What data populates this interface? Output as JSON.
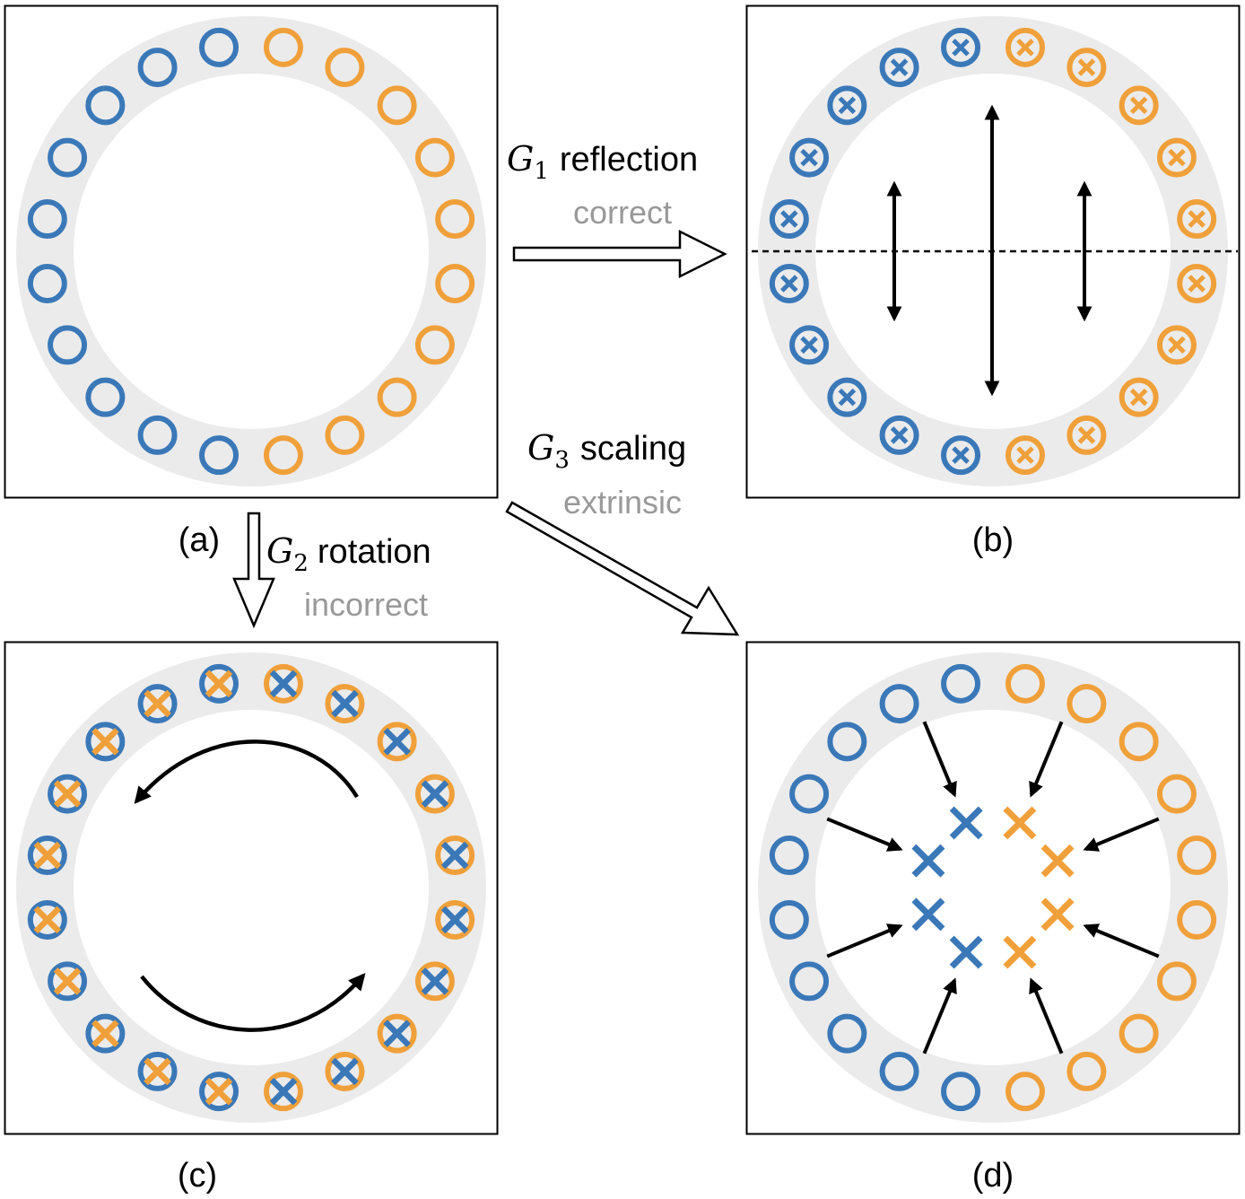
{
  "colors": {
    "blue": "#3a78b8",
    "orange": "#f0a03a",
    "ring": "#ebebeb",
    "frame": "#000000",
    "note": "#999999"
  },
  "panels": {
    "a": {
      "label": "(a)"
    },
    "b": {
      "label": "(b)"
    },
    "c": {
      "label": "(c)"
    },
    "d": {
      "label": "(d)"
    }
  },
  "transforms": {
    "g1": {
      "symbol": "G",
      "subscript": "1",
      "name": "reflection",
      "note": "correct"
    },
    "g2": {
      "symbol": "G",
      "subscript": "2",
      "name": "rotation",
      "note": "incorrect"
    },
    "g3": {
      "symbol": "G",
      "subscript": "3",
      "name": "scaling",
      "note": "extrinsic"
    }
  },
  "markers": {
    "per_ring": 20,
    "a_symbol": "ring-marker",
    "b_symbol": "otimes-marker",
    "c_symbol": "crossed-ring-marker",
    "d_symbol": "ring-marker",
    "d_inner_symbol": "cross-marker",
    "d_inner_count": 8
  },
  "icons": {
    "g1": "hollow-arrow-right",
    "g2": "hollow-arrow-down",
    "g3": "hollow-arrow-diagonal",
    "b": "double-headed-vertical-arrows",
    "c": "curved-rotation-arrows",
    "d": "inward-arrows"
  }
}
